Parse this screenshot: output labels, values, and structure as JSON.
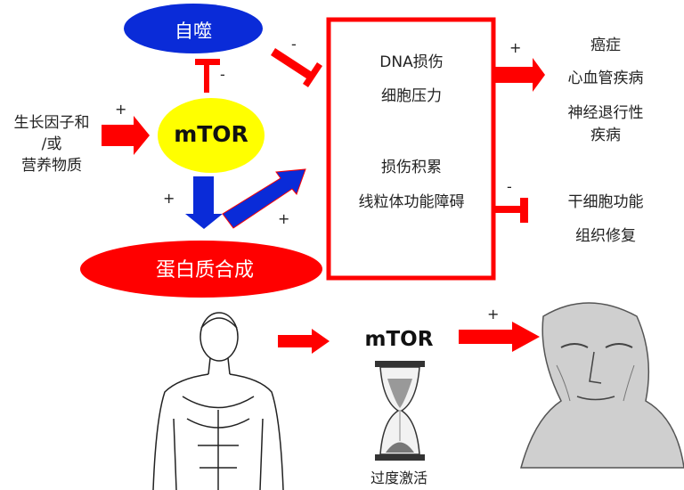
{
  "nodes": {
    "autophagy": "自噬",
    "mtor": "mTOR",
    "protein_synthesis": "蛋白质合成",
    "growth_factors": [
      "生长因子和",
      "/或",
      "营养物质"
    ]
  },
  "box": {
    "items": [
      "DNA损伤",
      "细胞压力",
      "损伤积累",
      "线粒体功能障碍"
    ]
  },
  "outcomes": {
    "promoted": [
      "癌症",
      "心血管疾病",
      "神经退行性",
      "疾病"
    ],
    "inhibited": [
      "干细胞功能",
      "组织修复"
    ]
  },
  "signs": {
    "plus": "+",
    "minus": "-"
  },
  "bottom": {
    "mtor_label": "mTOR",
    "overactivation": "过度激活"
  },
  "colors": {
    "red": "#ff0000",
    "blue": "#0a2bd8",
    "yellow": "#ffff00"
  }
}
